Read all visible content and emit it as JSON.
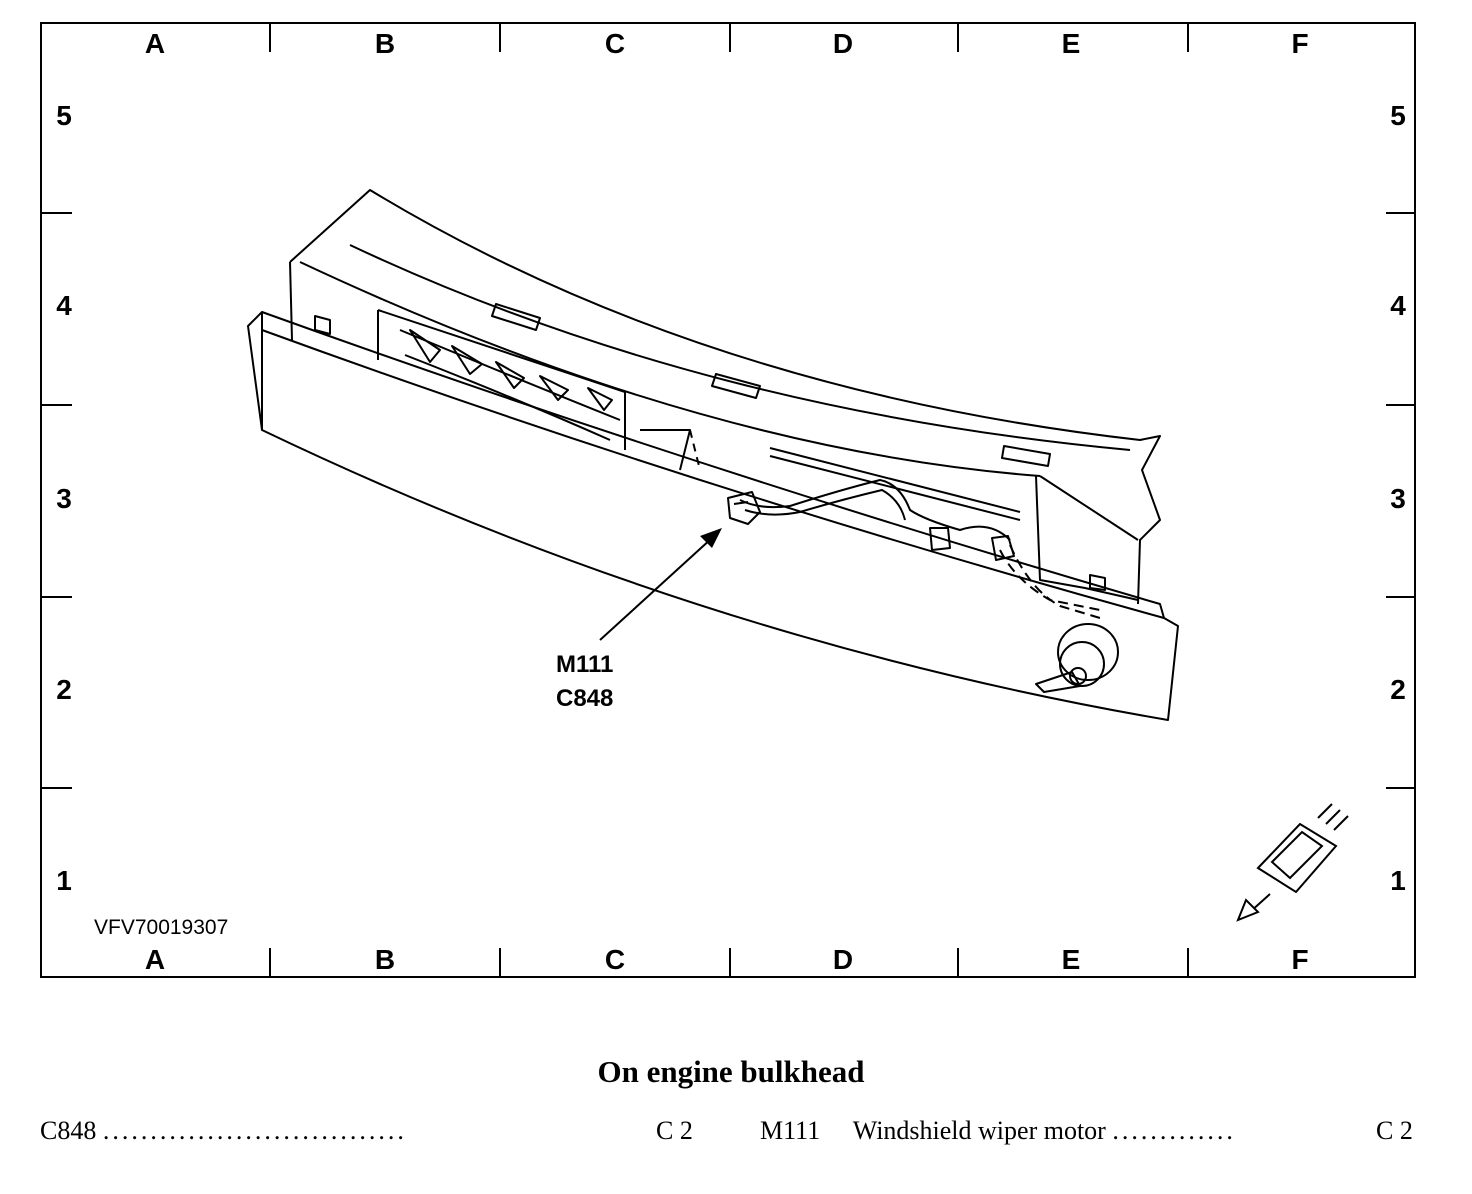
{
  "grid": {
    "columns": [
      "A",
      "B",
      "C",
      "D",
      "E",
      "F"
    ],
    "rows": [
      "5",
      "4",
      "3",
      "2",
      "1"
    ]
  },
  "callout": {
    "line1": "M111",
    "line2": "C848"
  },
  "figure_id": "VFV70019307",
  "caption": "On engine bulkhead",
  "legend": [
    {
      "code": "C848",
      "description": "",
      "location": "C 2",
      "dots": "................................"
    },
    {
      "code": "M111",
      "description": "Windshield wiper motor",
      "location": "C 2",
      "dots": "............."
    }
  ]
}
